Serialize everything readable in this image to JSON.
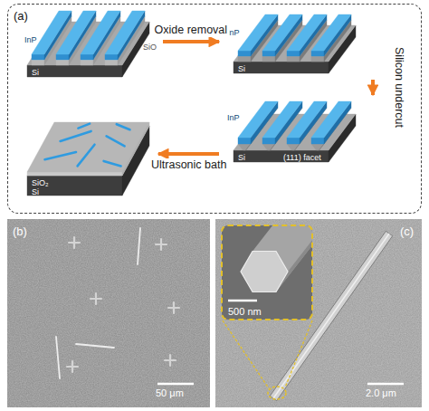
{
  "diagram": {
    "nodes": [
      {
        "text": [
          "(a)"
        ]
      },
      {
        "text": [
          "InP",
          "SiO",
          "Si"
        ],
        "in": 0
      },
      {
        "text": [
          "InP",
          "Si"
        ],
        "in": 0
      },
      {
        "text": [
          "InP",
          "Si",
          "(111) facet"
        ],
        "in": 0
      },
      {
        "text": [
          "SiO₂",
          "Si"
        ],
        "in": 0
      },
      {
        "text": [
          "(b)",
          "50 μm"
        ]
      },
      {
        "text": [
          "(c)",
          "2.0 μm"
        ]
      },
      {
        "text": [
          "500 nm"
        ],
        "in": 6
      }
    ],
    "edges": [
      {
        "from": 1,
        "to": 2,
        "arrow": "to",
        "label": "Oxide removal"
      },
      {
        "from": 2,
        "to": 3,
        "arrow": "to",
        "label": "Silicon undercut"
      },
      {
        "from": 3,
        "to": 4,
        "arrow": "to",
        "label": "Ultrasonic bath"
      }
    ]
  }
}
